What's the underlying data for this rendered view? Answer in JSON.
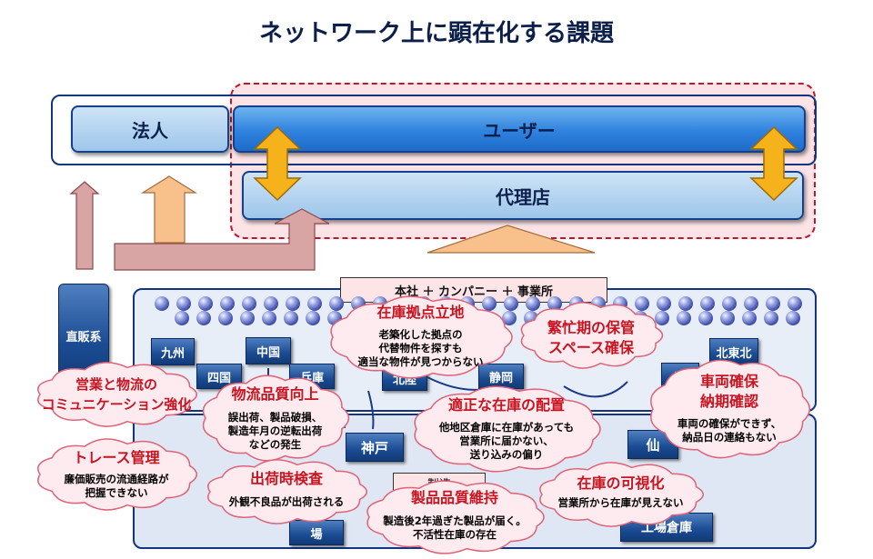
{
  "title": "ネットワーク上に顕在化する課題",
  "top": {
    "houjin": "法人",
    "user": "ユーザー",
    "dairiten": "代理店"
  },
  "network": {
    "chokuhan": "直販系",
    "honsha_label": "本社 ＋ カンパニー ＋ 事業所",
    "nodes": [
      "九州",
      "中国",
      "四国",
      "兵庫",
      "北陸",
      "静岡",
      "北東北",
      "南",
      "神戸",
      "仙",
      "製造",
      "場",
      "工場倉庫"
    ]
  },
  "issues": [
    {
      "heading": "在庫拠点立地",
      "body": [
        "老築化した拠点の",
        "代替物件を探すも",
        "適当な物件が見つからない"
      ]
    },
    {
      "heading": "繁忙期の保管\nスペース確保",
      "body": []
    },
    {
      "heading": "営業と物流の\nコミュニケーション強化",
      "body": []
    },
    {
      "heading": "物流品質向上",
      "body": [
        "誤出荷、製品破損、",
        "製造年月の逆転出荷",
        "などの発生"
      ]
    },
    {
      "heading": "適正な在庫の配置",
      "body": [
        "他地区倉庫に在庫があっても",
        "営業所に届かない、",
        "送り込みの偏り"
      ]
    },
    {
      "heading": "車両確保\n納期確認",
      "body": [
        "車両の確保ができず、",
        "納品日の連絡もない"
      ]
    },
    {
      "heading": "トレース管理",
      "body": [
        "廉価販売の流通経路が",
        "把握できない"
      ]
    },
    {
      "heading": "出荷時検査",
      "body": [
        "外観不良品が出荷される"
      ]
    },
    {
      "heading": "製品品質維持",
      "body": [
        "製造後2年過ぎた製品が届く。",
        "不活性在庫の存在"
      ]
    },
    {
      "heading": "在庫の可視化",
      "body": [
        "営業所から在庫が見えない"
      ]
    }
  ],
  "colors": {
    "cloud_fill": "#fdebef",
    "cloud_stroke": "#e06276",
    "heading": "#c81420",
    "navy": "#12357e",
    "dashed": "#c0152b"
  },
  "icons": [
    "up-arrow-icon",
    "double-arrow-icon",
    "cloud-callout-icon",
    "sphere-icon"
  ]
}
